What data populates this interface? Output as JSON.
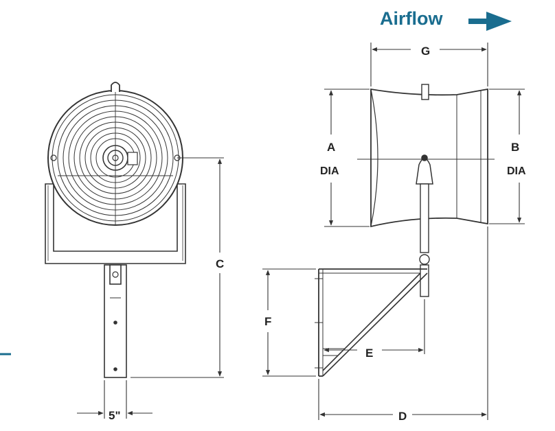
{
  "airflow": {
    "label": "Airflow",
    "color": "#1a6d8f"
  },
  "dimensions": {
    "a": "A",
    "a_dia": "DIA",
    "b": "B",
    "b_dia": "DIA",
    "c": "C",
    "d": "D",
    "e": "E",
    "f": "F",
    "g": "G",
    "width_5": "5\""
  },
  "colors": {
    "line": "#333333",
    "accent": "#1a6d8f"
  }
}
